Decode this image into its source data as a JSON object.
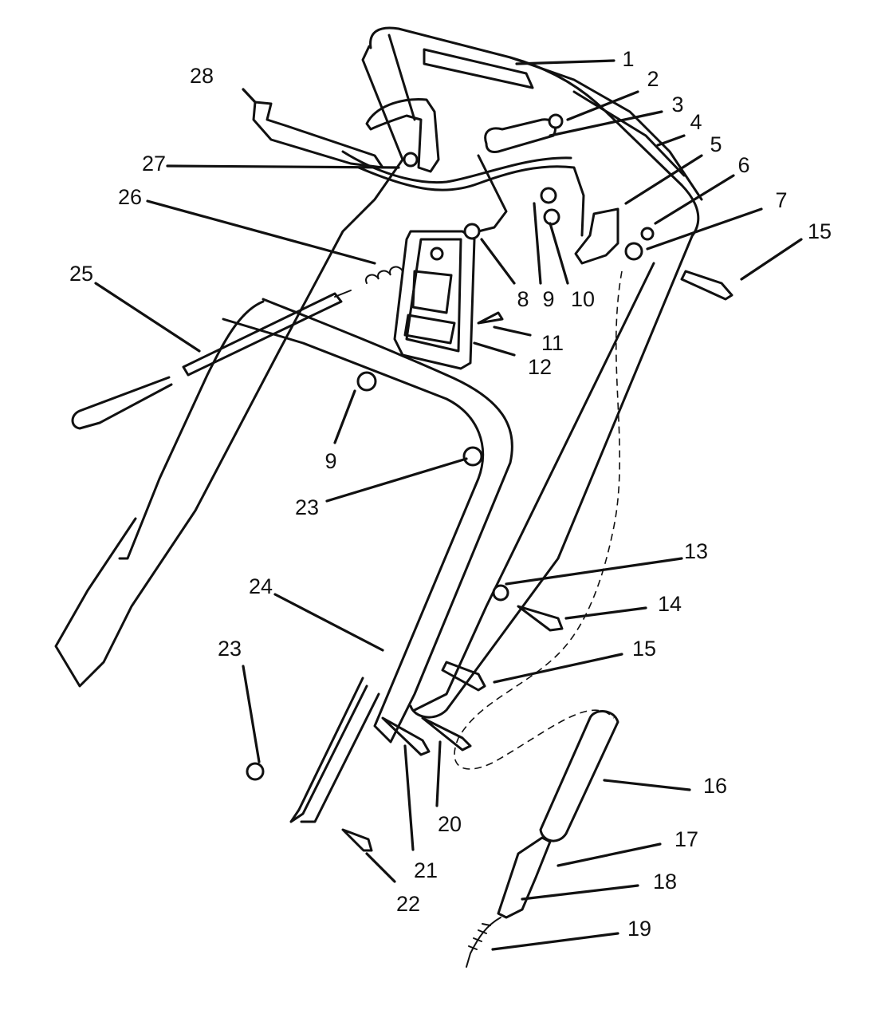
{
  "callouts": [
    {
      "id": "c1",
      "label": "1"
    },
    {
      "id": "c2",
      "label": "2"
    },
    {
      "id": "c3",
      "label": "3"
    },
    {
      "id": "c4",
      "label": "4"
    },
    {
      "id": "c5",
      "label": "5"
    },
    {
      "id": "c6",
      "label": "6"
    },
    {
      "id": "c7",
      "label": "7"
    },
    {
      "id": "c15a",
      "label": "15"
    },
    {
      "id": "c28",
      "label": "28"
    },
    {
      "id": "c27",
      "label": "27"
    },
    {
      "id": "c26",
      "label": "26"
    },
    {
      "id": "c25",
      "label": "25"
    },
    {
      "id": "c8",
      "label": "8"
    },
    {
      "id": "c9a",
      "label": "9"
    },
    {
      "id": "c10",
      "label": "10"
    },
    {
      "id": "c11",
      "label": "11"
    },
    {
      "id": "c12",
      "label": "12"
    },
    {
      "id": "c9b",
      "label": "9"
    },
    {
      "id": "c23a",
      "label": "23"
    },
    {
      "id": "c13",
      "label": "13"
    },
    {
      "id": "c14",
      "label": "14"
    },
    {
      "id": "c24",
      "label": "24"
    },
    {
      "id": "c15b",
      "label": "15"
    },
    {
      "id": "c23b",
      "label": "23"
    },
    {
      "id": "c16",
      "label": "16"
    },
    {
      "id": "c17",
      "label": "17"
    },
    {
      "id": "c18",
      "label": "18"
    },
    {
      "id": "c19",
      "label": "19"
    },
    {
      "id": "c20",
      "label": "20"
    },
    {
      "id": "c21",
      "label": "21"
    },
    {
      "id": "c22",
      "label": "22"
    }
  ]
}
